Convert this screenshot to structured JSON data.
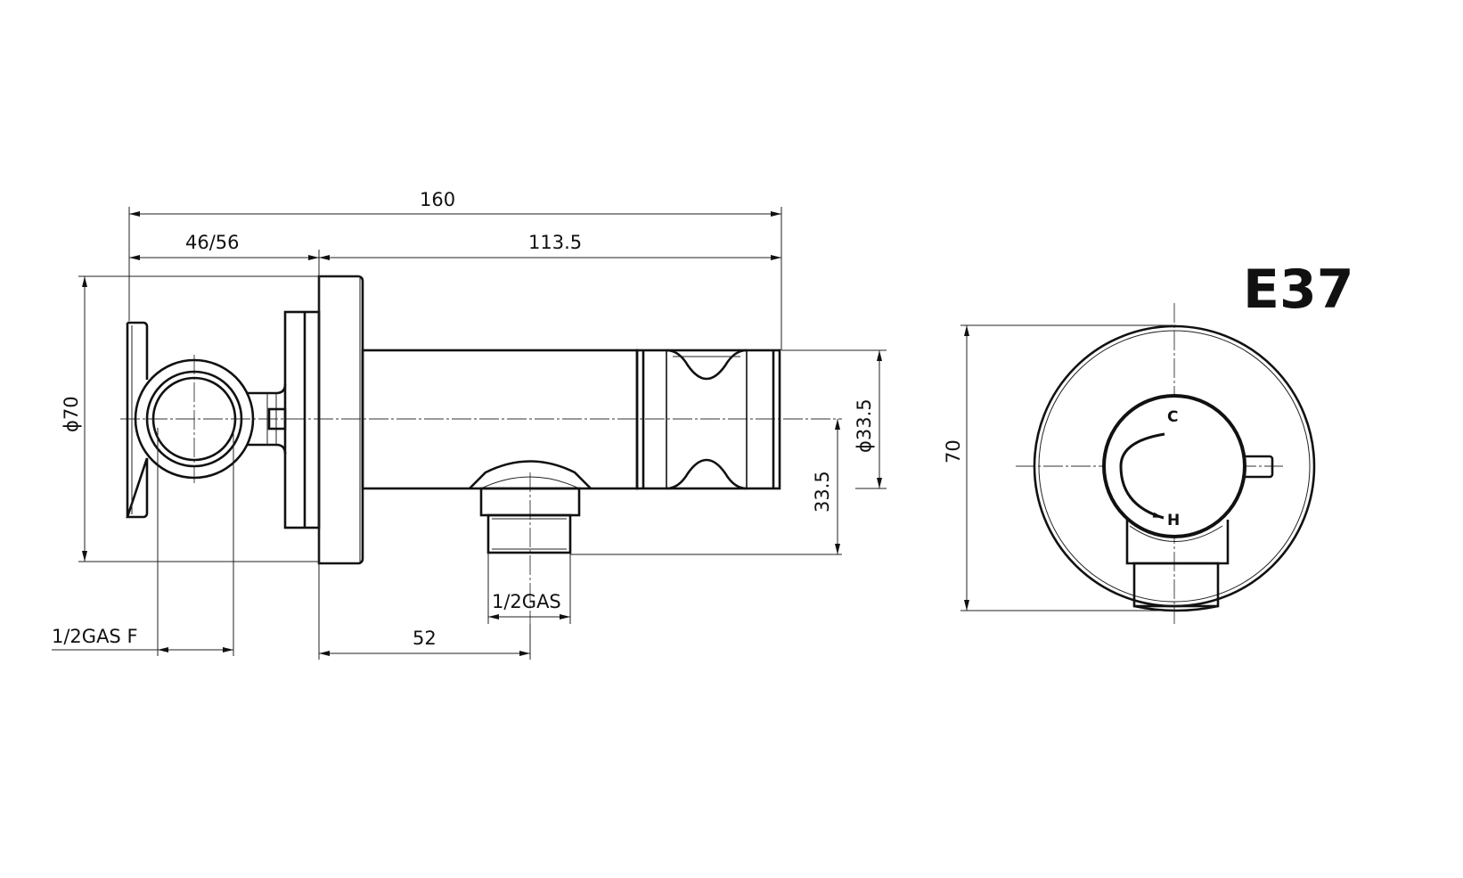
{
  "drawing": {
    "model_code": "E37",
    "front_view": {
      "dim_overall_length": "160",
      "dim_handle_depth": "46/56",
      "dim_body_length": "113.5",
      "dim_flange_diameter": "ϕ70",
      "dim_body_diameter": "ϕ33.5",
      "dim_outlet_height": "33.5",
      "dim_outlet_thread": "1/2GAS",
      "dim_inlet_thread": "1/2GAS F",
      "dim_outlet_offset": "52"
    },
    "side_view": {
      "dim_height": "70",
      "label_cold": "C",
      "label_hot": "H"
    }
  }
}
